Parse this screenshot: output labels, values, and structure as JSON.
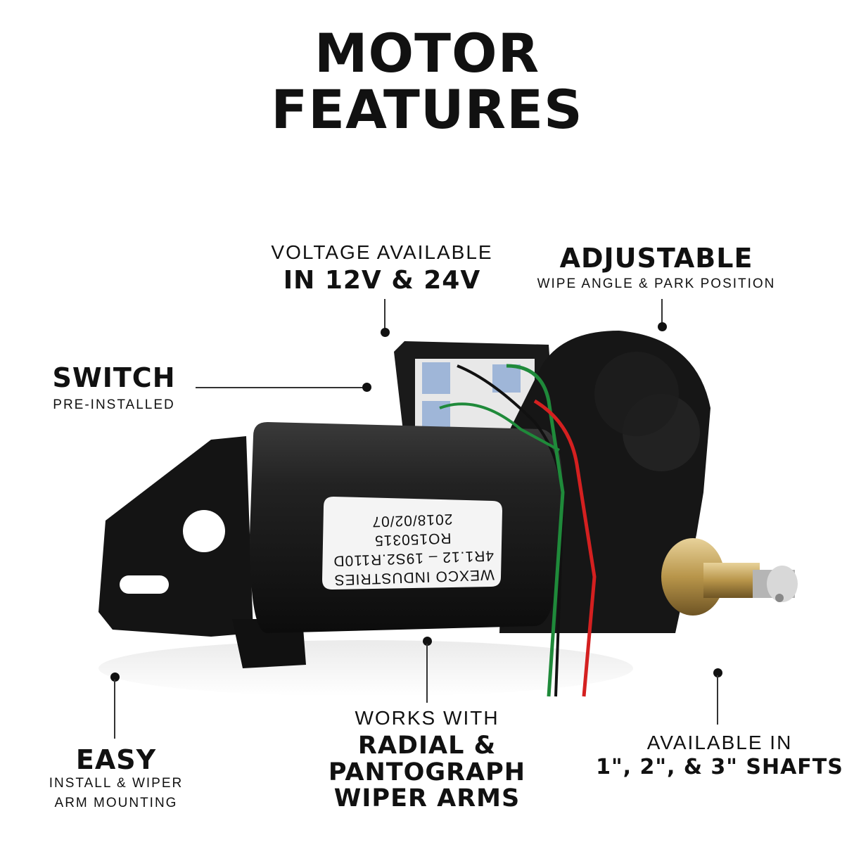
{
  "title": {
    "line1": "MOTOR",
    "line2": "FEATURES"
  },
  "features": {
    "voltage": {
      "caption": "VOLTAGE AVAILABLE",
      "headline": "IN 12V & 24V"
    },
    "adjustable": {
      "headline": "ADJUSTABLE",
      "caption": "WIPE ANGLE & PARK POSITION"
    },
    "switch": {
      "headline": "SWITCH",
      "caption": "PRE-INSTALLED"
    },
    "easy": {
      "headline": "EASY",
      "caption_line1": "INSTALL & WIPER",
      "caption_line2": "ARM MOUNTING"
    },
    "works_with": {
      "caption": "WORKS WITH",
      "line1": "RADIAL &",
      "line2": "PANTOGRAPH",
      "line3": "WIPER ARMS"
    },
    "shafts": {
      "caption": "AVAILABLE IN",
      "headline": "1\", 2\", & 3\" SHAFTS"
    }
  },
  "motor_label": {
    "line1": "WEXCO INDUSTRIES",
    "line2": "4R1.12 – 19S2.R110D",
    "line3": "RO150315",
    "line4": "2018/02/07"
  },
  "colors": {
    "motor_body": "#1a1a1a",
    "wire_red": "#d42020",
    "wire_green": "#1f8a3a",
    "brass": "#b8954a"
  }
}
